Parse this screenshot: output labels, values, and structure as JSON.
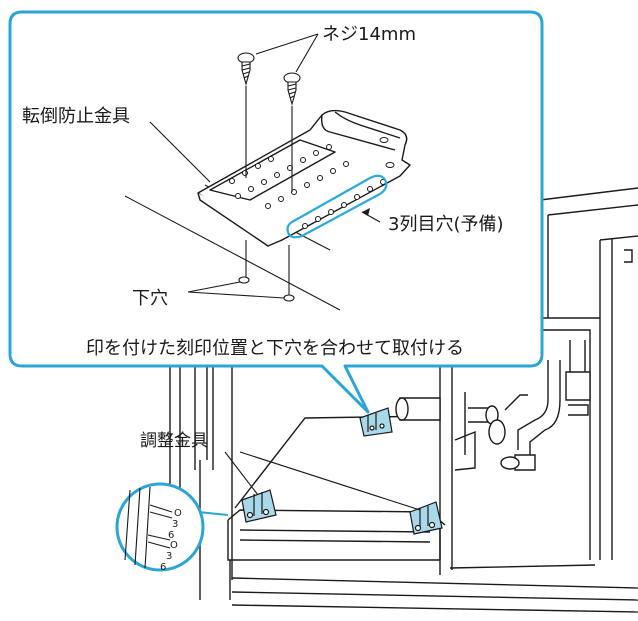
{
  "callout": {
    "screw_label": "ネジ14mm",
    "bracket_label": "転倒防止金具",
    "third_row_label": "3列目穴(予備)",
    "pilot_hole_label": "下穴",
    "instruction": "印を付けた刻印位置と下穴を合わせて取付ける"
  },
  "main": {
    "adjust_bracket_label": "調整金具"
  },
  "zoom": {
    "markings": [
      "O",
      "3",
      "6",
      "O",
      "3",
      "6"
    ]
  },
  "colors": {
    "callout_border": "#2aa6d6",
    "highlight": "#29a9e0",
    "bracket_fill": "#a9d8ea",
    "line": "#1a1a1a"
  }
}
